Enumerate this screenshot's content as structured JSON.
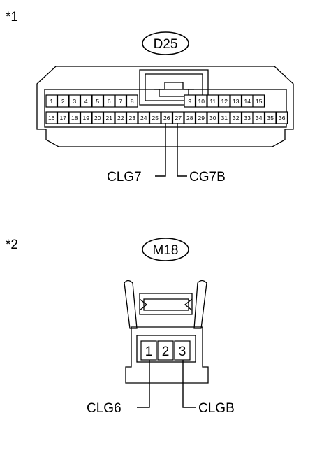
{
  "section1": {
    "marker": "*1",
    "connector_code": "D25",
    "pins_top": [
      "1",
      "2",
      "3",
      "4",
      "5",
      "6",
      "7",
      "8",
      "",
      "",
      "",
      "",
      "9",
      "10",
      "11",
      "12",
      "13",
      "14",
      "15"
    ],
    "pins_bottom": [
      "16",
      "17",
      "18",
      "19",
      "20",
      "21",
      "22",
      "23",
      "24",
      "25",
      "26",
      "27",
      "28",
      "29",
      "30",
      "31",
      "32",
      "33",
      "34",
      "35",
      "36"
    ],
    "wire_left": "CLG7",
    "wire_right": "CG7B"
  },
  "section2": {
    "marker": "*2",
    "connector_code": "M18",
    "pins": [
      "1",
      "2",
      "3"
    ],
    "wire_left": "CLG6",
    "wire_right": "CLGB"
  }
}
